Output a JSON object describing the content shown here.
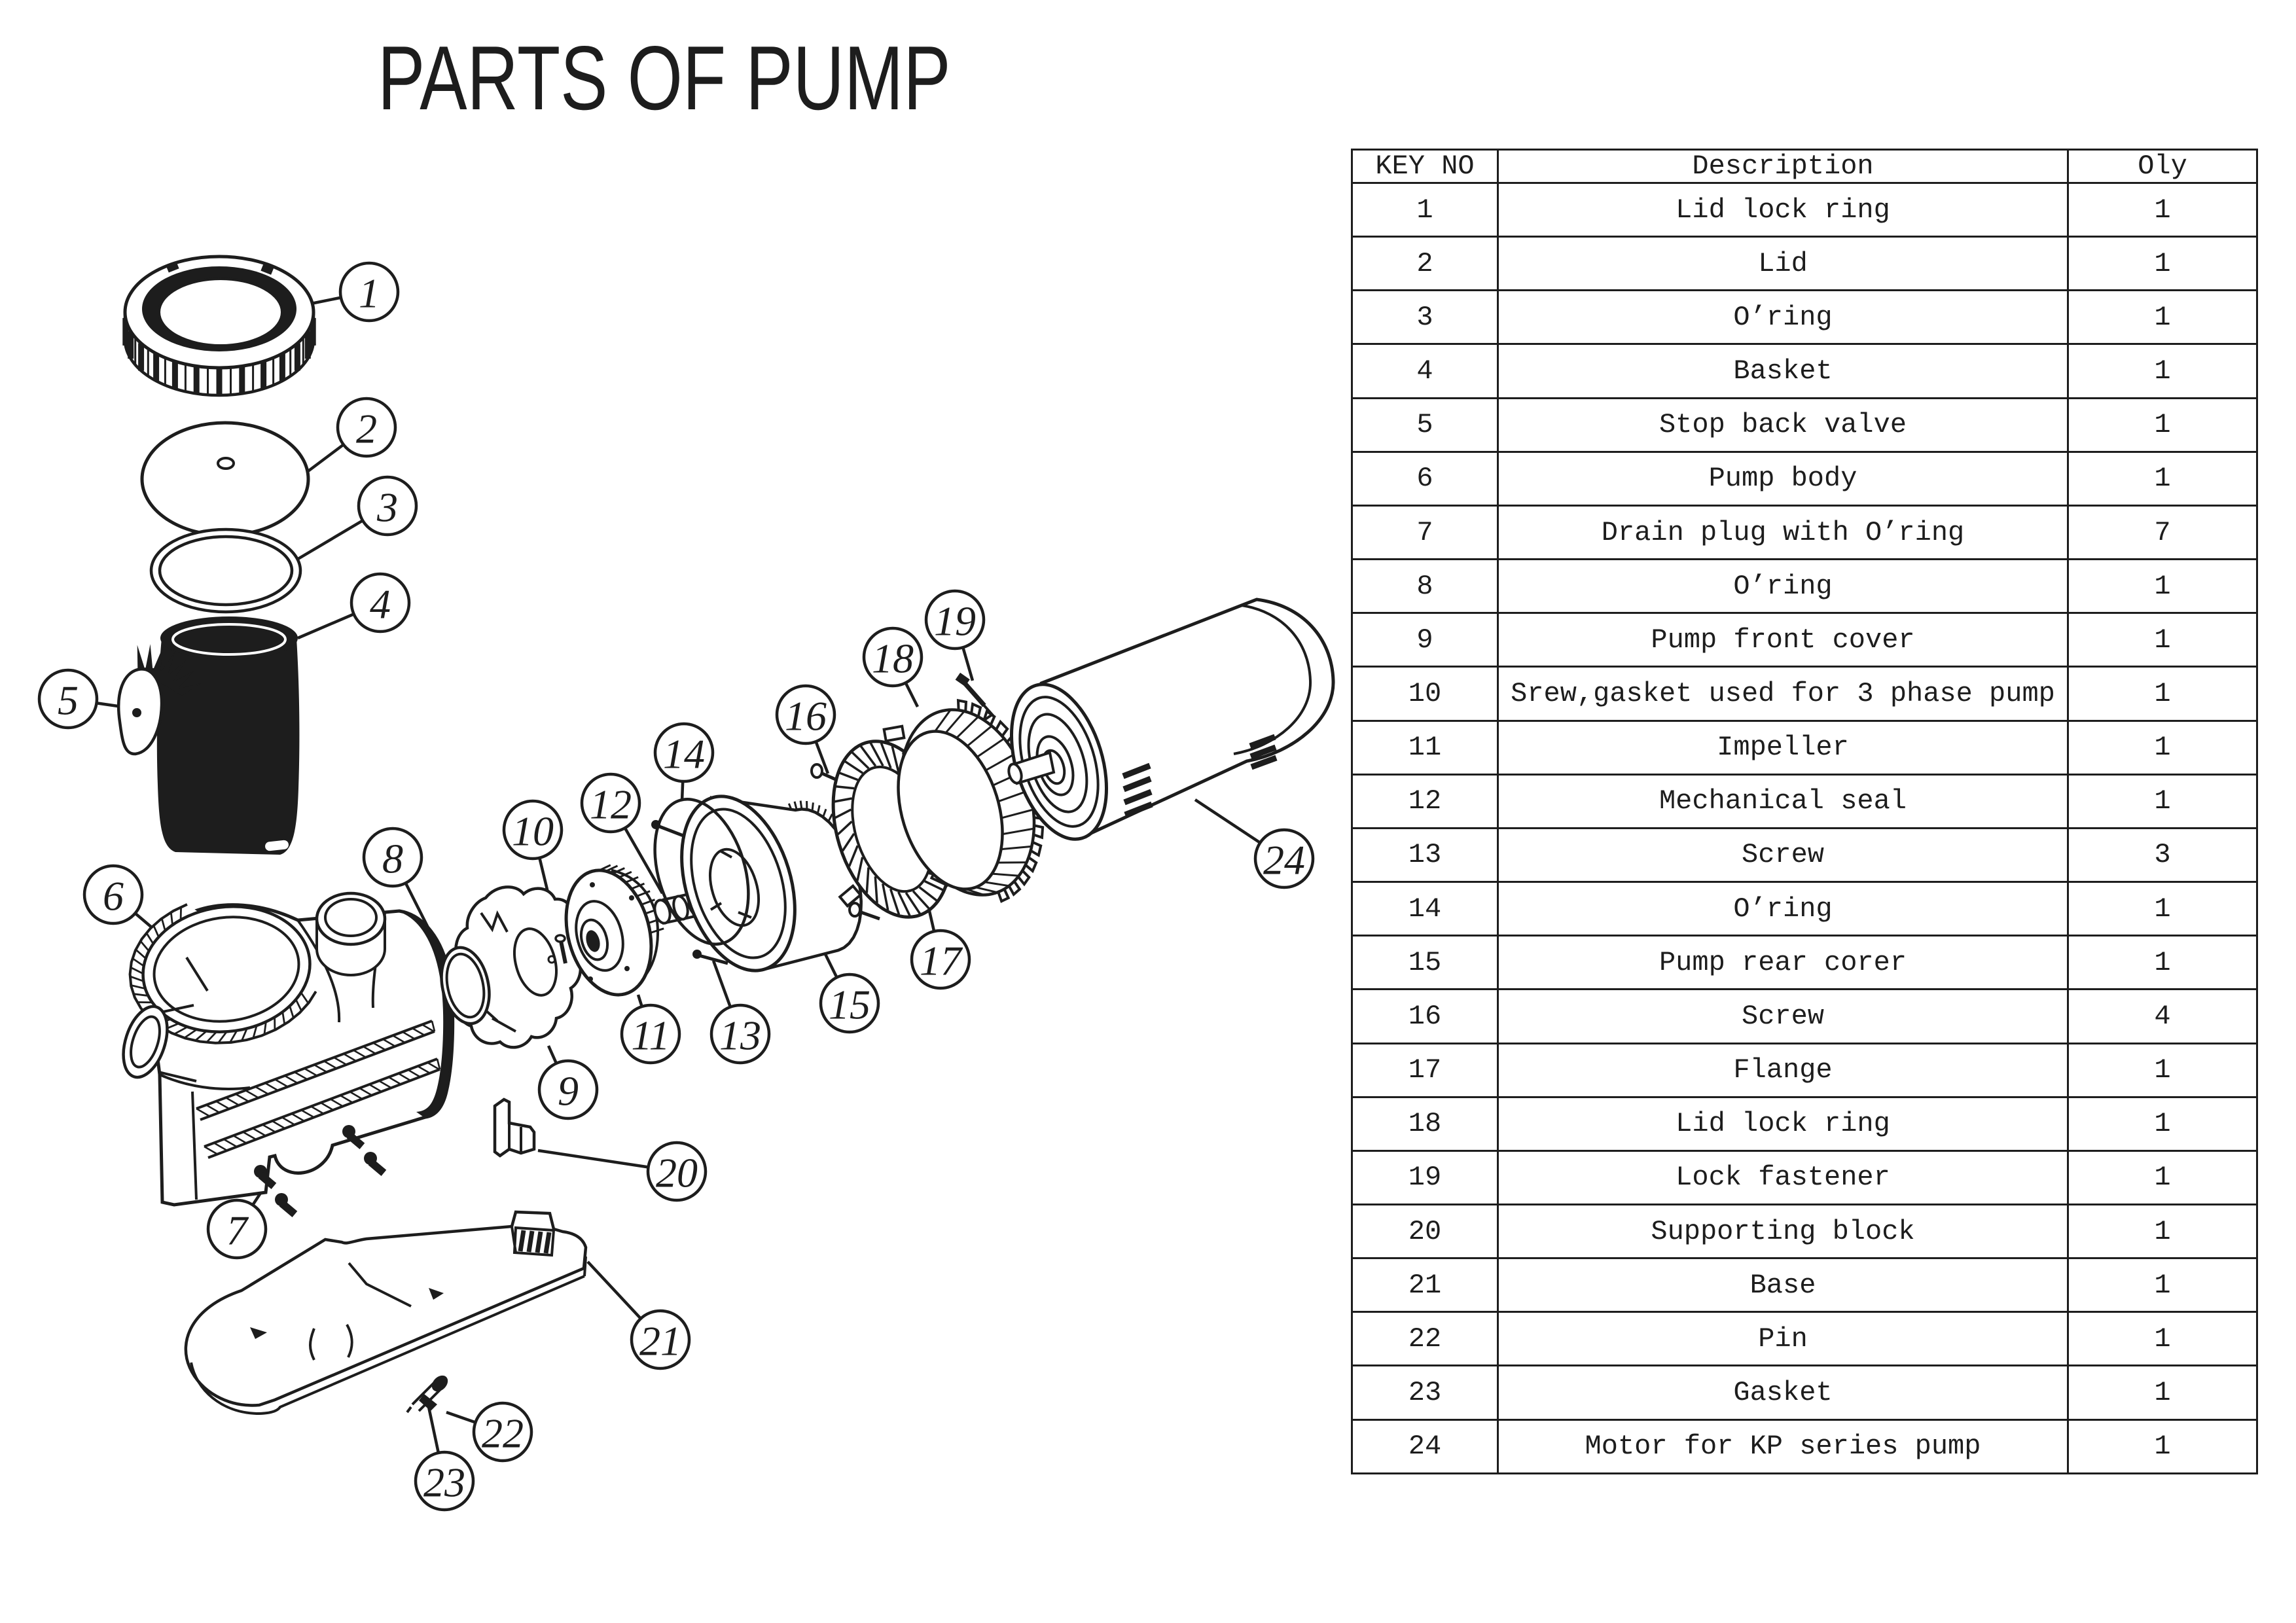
{
  "title": "PARTS OF PUMP",
  "table": {
    "headers": [
      "KEY NO",
      "Description",
      "Oly"
    ],
    "rows": [
      {
        "key": "1",
        "description": "Lid lock ring",
        "qty": "1"
      },
      {
        "key": "2",
        "description": "Lid",
        "qty": "1"
      },
      {
        "key": "3",
        "description": "O’ring",
        "qty": "1"
      },
      {
        "key": "4",
        "description": "Basket",
        "qty": "1"
      },
      {
        "key": "5",
        "description": "Stop back valve",
        "qty": "1"
      },
      {
        "key": "6",
        "description": "Pump body",
        "qty": "1"
      },
      {
        "key": "7",
        "description": "Drain plug with O’ring",
        "qty": "7"
      },
      {
        "key": "8",
        "description": "O’ring",
        "qty": "1"
      },
      {
        "key": "9",
        "description": "Pump front cover",
        "qty": "1"
      },
      {
        "key": "10",
        "description": "Srew,gasket used for 3 phase pump",
        "qty": "1"
      },
      {
        "key": "11",
        "description": "Impeller",
        "qty": "1"
      },
      {
        "key": "12",
        "description": "Mechanical seal",
        "qty": "1"
      },
      {
        "key": "13",
        "description": "Screw",
        "qty": "3"
      },
      {
        "key": "14",
        "description": "O’ring",
        "qty": "1"
      },
      {
        "key": "15",
        "description": "Pump rear corer",
        "qty": "1"
      },
      {
        "key": "16",
        "description": "Screw",
        "qty": "4"
      },
      {
        "key": "17",
        "description": "Flange",
        "qty": "1"
      },
      {
        "key": "18",
        "description": "Lid lock ring",
        "qty": "1"
      },
      {
        "key": "19",
        "description": "Lock fastener",
        "qty": "1"
      },
      {
        "key": "20",
        "description": "Supporting block",
        "qty": "1"
      },
      {
        "key": "21",
        "description": "Base",
        "qty": "1"
      },
      {
        "key": "22",
        "description": "Pin",
        "qty": "1"
      },
      {
        "key": "23",
        "description": "Gasket",
        "qty": "1"
      },
      {
        "key": "24",
        "description": "Motor for KP series pump",
        "qty": "1"
      }
    ]
  },
  "diagram": {
    "callouts": [
      {
        "label": "1"
      },
      {
        "label": "2"
      },
      {
        "label": "3"
      },
      {
        "label": "4"
      },
      {
        "label": "5"
      },
      {
        "label": "6"
      },
      {
        "label": "7"
      },
      {
        "label": "8"
      },
      {
        "label": "9"
      },
      {
        "label": "10"
      },
      {
        "label": "11"
      },
      {
        "label": "12"
      },
      {
        "label": "13"
      },
      {
        "label": "14"
      },
      {
        "label": "15"
      },
      {
        "label": "16"
      },
      {
        "label": "17"
      },
      {
        "label": "18"
      },
      {
        "label": "19"
      },
      {
        "label": "20"
      },
      {
        "label": "21"
      },
      {
        "label": "22"
      },
      {
        "label": "23"
      },
      {
        "label": "24"
      }
    ]
  },
  "colors": {
    "ink": "#1d1d1d",
    "background": "#ffffff"
  }
}
